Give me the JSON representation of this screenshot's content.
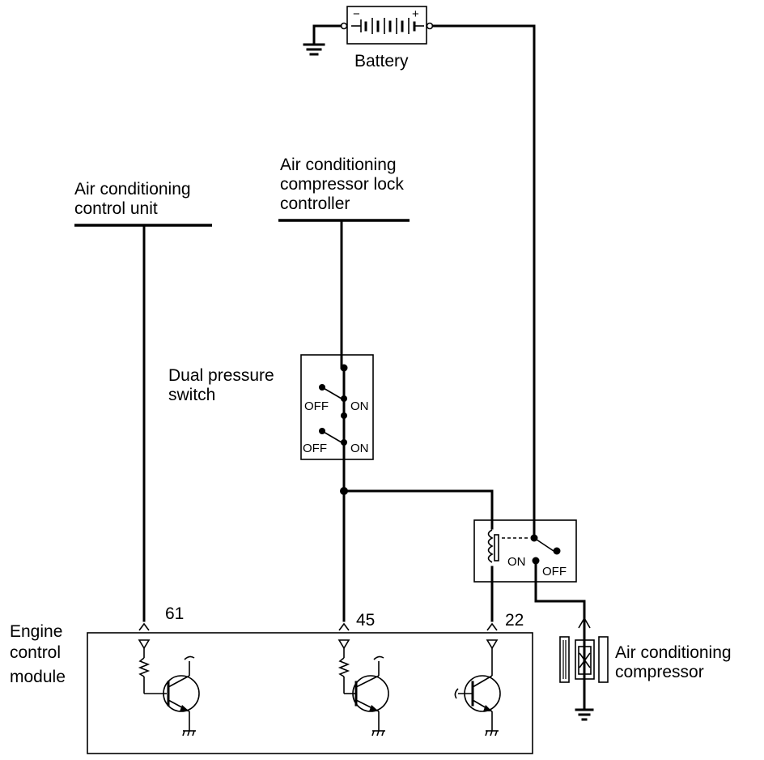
{
  "labels": {
    "battery": "Battery",
    "ac_control_unit_line1": "Air conditioning",
    "ac_control_unit_line2": "control unit",
    "compressor_lock_line1": "Air conditioning",
    "compressor_lock_line2": "compressor lock",
    "compressor_lock_line3": "controller",
    "dual_pressure_line1": "Dual pressure",
    "dual_pressure_line2": "switch",
    "ecm_line1": "Engine",
    "ecm_line2": "control",
    "ecm_line3": "module",
    "compressor_line1": "Air conditioning",
    "compressor_line2": "compressor"
  },
  "terminals": {
    "t61": "61",
    "t45": "45",
    "t22": "22"
  },
  "switch_states": {
    "off": "OFF",
    "on": "ON"
  },
  "battery_polarity": {
    "minus": "−",
    "plus": "+"
  }
}
